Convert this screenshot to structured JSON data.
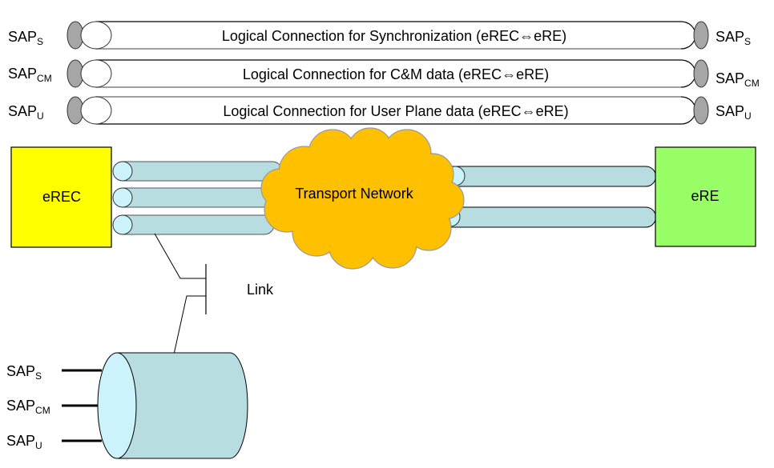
{
  "logical_connections": [
    {
      "label": "Logical Connection for Synchronization (eREC⇔eRE)",
      "sap_left": {
        "base": "SAP",
        "sub": "S"
      },
      "sap_right": {
        "base": "SAP",
        "sub": "S"
      }
    },
    {
      "label": "Logical Connection for C&M data (eREC⇔eRE)",
      "sap_left": {
        "base": "SAP",
        "sub": "CM"
      },
      "sap_right": {
        "base": "SAP",
        "sub": "CM"
      }
    },
    {
      "label": "Logical Connection for User Plane data (eREC⇔eRE)",
      "sap_left": {
        "base": "SAP",
        "sub": "U"
      },
      "sap_right": {
        "base": "SAP",
        "sub": "U"
      }
    }
  ],
  "nodes": {
    "erec": {
      "label": "eREC",
      "color": "#ffff00"
    },
    "ere": {
      "label": "eRE",
      "color": "#99ff66"
    },
    "transport": {
      "label": "Transport Network",
      "color": "#ffc000"
    }
  },
  "link": {
    "label": "Link"
  },
  "link_saps": [
    {
      "base": "SAP",
      "sub": "S"
    },
    {
      "base": "SAP",
      "sub": "CM"
    },
    {
      "base": "SAP",
      "sub": "U"
    }
  ],
  "colors": {
    "tube_body": "#b7dde1",
    "tube_end": "#ccf2fb",
    "sap_oval": "#a6a6a6"
  }
}
